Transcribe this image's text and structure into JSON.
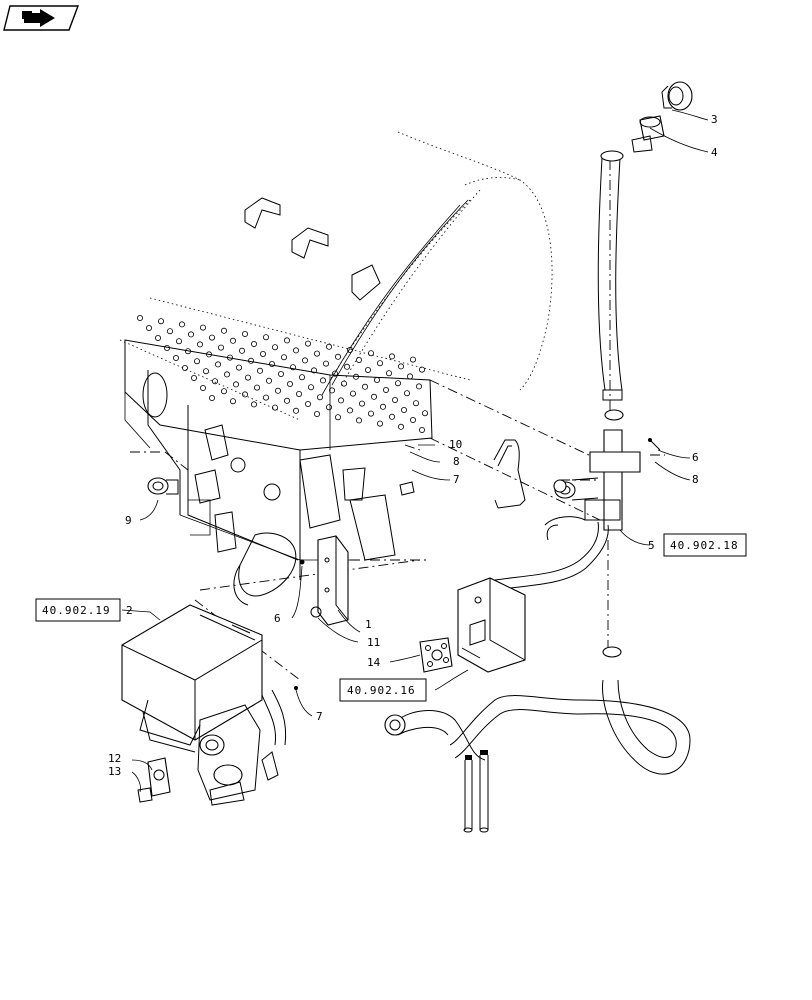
{
  "nav_icon": {
    "name": "back-arrow-icon"
  },
  "callouts": [
    {
      "id": "c1",
      "text": "1"
    },
    {
      "id": "c2",
      "text": "2"
    },
    {
      "id": "c3",
      "text": "3"
    },
    {
      "id": "c4",
      "text": "4"
    },
    {
      "id": "c5",
      "text": "5"
    },
    {
      "id": "c6a",
      "text": "6"
    },
    {
      "id": "c6b",
      "text": "6"
    },
    {
      "id": "c7a",
      "text": "7"
    },
    {
      "id": "c7b",
      "text": "7"
    },
    {
      "id": "c8a",
      "text": "8"
    },
    {
      "id": "c8b",
      "text": "8"
    },
    {
      "id": "c9",
      "text": "9"
    },
    {
      "id": "c10",
      "text": "10"
    },
    {
      "id": "c11",
      "text": "11"
    },
    {
      "id": "c12",
      "text": "12"
    },
    {
      "id": "c13",
      "text": "13"
    },
    {
      "id": "c14",
      "text": "14"
    }
  ],
  "references": [
    {
      "id": "r1",
      "text": "40.902.19"
    },
    {
      "id": "r2",
      "text": "40.902.18"
    },
    {
      "id": "r3",
      "text": "40.902.16"
    }
  ]
}
